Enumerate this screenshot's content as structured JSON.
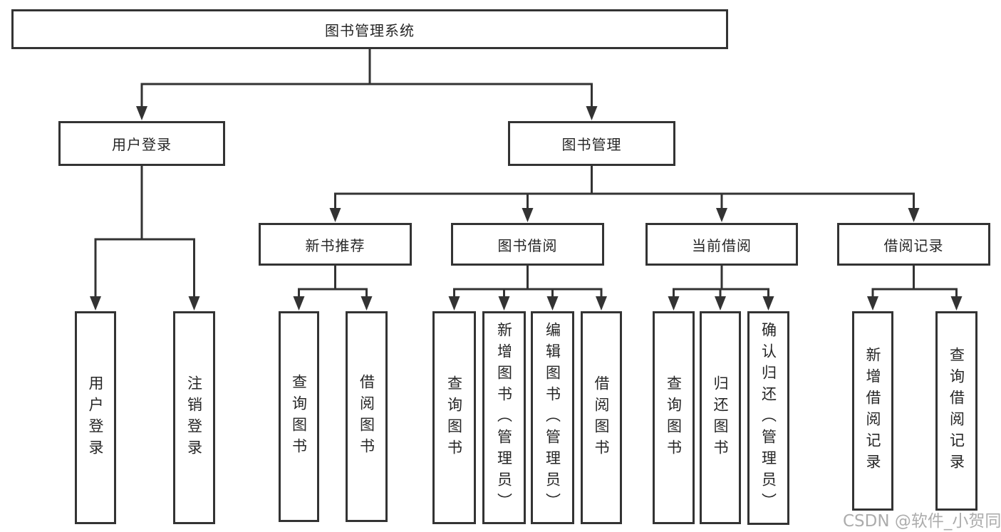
{
  "diagram": {
    "title": "图书管理系统",
    "watermark": "CSDN @软件_小贺同学",
    "colors": {
      "line": "#333333",
      "box_border": "#333333",
      "text": "#262626",
      "background": "#ffffff",
      "watermark": "#9e9e9e"
    },
    "nodes": [
      {
        "id": "root",
        "label": "图书管理系统",
        "parent": null,
        "vertical": false
      },
      {
        "id": "user-login",
        "label": "用户登录",
        "parent": "root",
        "vertical": false
      },
      {
        "id": "book-mgmt",
        "label": "图书管理",
        "parent": "root",
        "vertical": false
      },
      {
        "id": "login",
        "label": "用户登录",
        "parent": "user-login",
        "vertical": true
      },
      {
        "id": "logout",
        "label": "注销登录",
        "parent": "user-login",
        "vertical": true
      },
      {
        "id": "new-book-rec",
        "label": "新书推荐",
        "parent": "book-mgmt",
        "vertical": false
      },
      {
        "id": "book-borrow",
        "label": "图书借阅",
        "parent": "book-mgmt",
        "vertical": false
      },
      {
        "id": "current-borrow",
        "label": "当前借阅",
        "parent": "book-mgmt",
        "vertical": false
      },
      {
        "id": "borrow-records",
        "label": "借阅记录",
        "parent": "book-mgmt",
        "vertical": false
      },
      {
        "id": "nbr-query",
        "label": "查询图书",
        "parent": "new-book-rec",
        "vertical": true
      },
      {
        "id": "nbr-borrow",
        "label": "借阅图书",
        "parent": "new-book-rec",
        "vertical": true
      },
      {
        "id": "bb-query",
        "label": "查询图书",
        "parent": "book-borrow",
        "vertical": true
      },
      {
        "id": "bb-add",
        "label": "新增图书（管理员）",
        "parent": "book-borrow",
        "vertical": true
      },
      {
        "id": "bb-edit",
        "label": "编辑图书（管理员）",
        "parent": "book-borrow",
        "vertical": true
      },
      {
        "id": "bb-borrow",
        "label": "借阅图书",
        "parent": "book-borrow",
        "vertical": true
      },
      {
        "id": "cb-query",
        "label": "查询图书",
        "parent": "current-borrow",
        "vertical": true
      },
      {
        "id": "cb-return",
        "label": "归还图书",
        "parent": "current-borrow",
        "vertical": true
      },
      {
        "id": "cb-confirm",
        "label": "确认归还（管理员）",
        "parent": "current-borrow",
        "vertical": true
      },
      {
        "id": "br-add",
        "label": "新增借阅记录",
        "parent": "borrow-records",
        "vertical": true
      },
      {
        "id": "br-query",
        "label": "查询借阅记录",
        "parent": "borrow-records",
        "vertical": true
      }
    ]
  }
}
